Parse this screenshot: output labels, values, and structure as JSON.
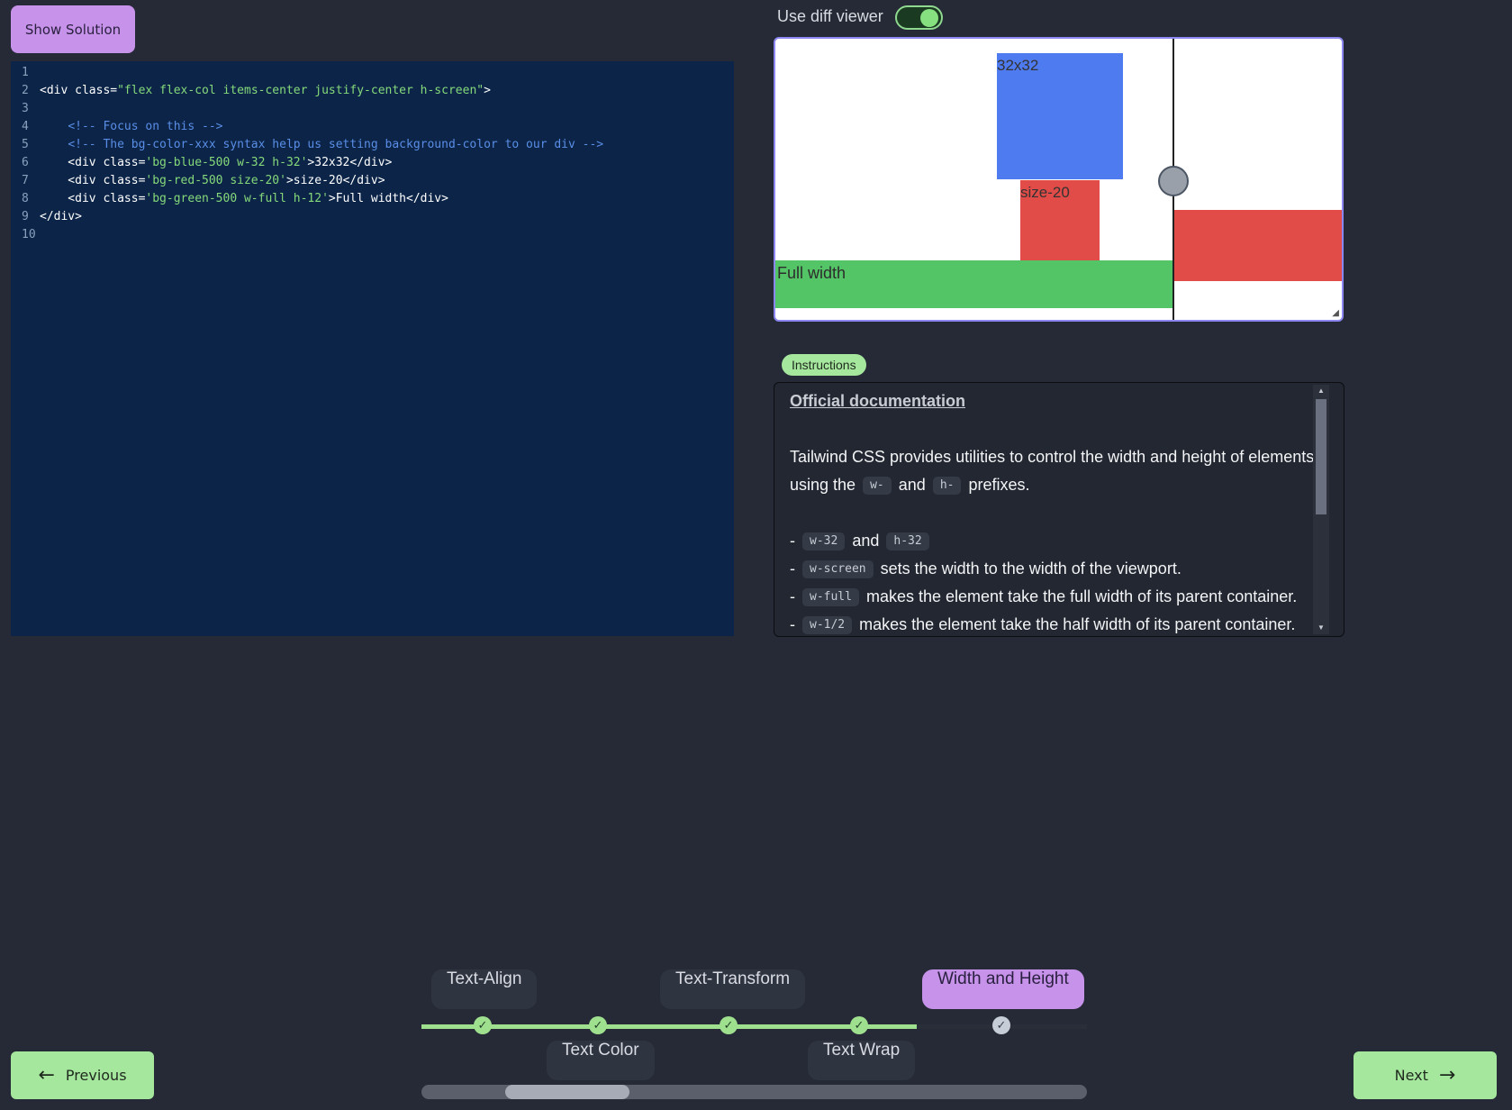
{
  "toolbar": {
    "show_solution_label": "Show Solution"
  },
  "editor": {
    "lines": [
      {
        "n": "1",
        "parts": []
      },
      {
        "n": "2",
        "parts": [
          [
            "tag",
            "<div "
          ],
          [
            "tag",
            "class="
          ],
          [
            "str",
            "\"flex flex-col items-center justify-center h-screen\""
          ],
          [
            "tag",
            ">"
          ]
        ]
      },
      {
        "n": "3",
        "parts": []
      },
      {
        "n": "4",
        "parts": [
          [
            "tag",
            "    "
          ],
          [
            "com",
            "<!-- Focus on this -->"
          ]
        ]
      },
      {
        "n": "5",
        "parts": [
          [
            "tag",
            "    "
          ],
          [
            "com",
            "<!-- The bg-color-xxx syntax help us setting background-color to our div -->"
          ]
        ]
      },
      {
        "n": "6",
        "parts": [
          [
            "tag",
            "    <div class="
          ],
          [
            "str",
            "'bg-blue-500 w-32 h-32'"
          ],
          [
            "tag",
            ">32x32</div>"
          ]
        ]
      },
      {
        "n": "7",
        "parts": [
          [
            "tag",
            "    <div class="
          ],
          [
            "str",
            "'bg-red-500 size-20'"
          ],
          [
            "tag",
            ">size-20</div>"
          ]
        ]
      },
      {
        "n": "8",
        "parts": [
          [
            "tag",
            "    <div class="
          ],
          [
            "str",
            "'bg-green-500 w-full h-12'"
          ],
          [
            "tag",
            ">Full width</div>"
          ]
        ]
      },
      {
        "n": "9",
        "parts": [
          [
            "tag",
            "</div>"
          ]
        ]
      },
      {
        "n": "10",
        "parts": []
      }
    ]
  },
  "diff": {
    "label": "Use diff viewer",
    "enabled": true
  },
  "preview": {
    "blue_label": "32x32",
    "red_label": "size-20",
    "green_label": "Full width"
  },
  "instructions": {
    "badge": "Instructions",
    "doc_link": "Official documentation",
    "intro_1": "Tailwind CSS provides utilities to control the width and height of elements",
    "intro_2a": "using the",
    "intro_2_code1": "w-",
    "intro_2b": "and",
    "intro_2_code2": "h-",
    "intro_2c": "prefixes.",
    "items": [
      {
        "code": "w-32",
        "mid": "and",
        "code2": "h-32",
        "text": ""
      },
      {
        "code": "w-screen",
        "text": "sets the width to the width of the viewport."
      },
      {
        "code": "w-full",
        "text": "makes the element take the full width of its parent container."
      },
      {
        "code": "w-1/2",
        "text": "makes the element take the half width of its parent container."
      }
    ]
  },
  "steps": {
    "top": [
      "Text-Align",
      "Text-Transform",
      "Width and Height"
    ],
    "bottom": [
      "Text Color",
      "Text Wrap"
    ],
    "active": "Width and Height"
  },
  "nav": {
    "previous": "Previous",
    "next": "Next"
  },
  "colors": {
    "accent": "#c792e9",
    "success": "#a6e79e",
    "editor_bg": "#0b2448"
  }
}
